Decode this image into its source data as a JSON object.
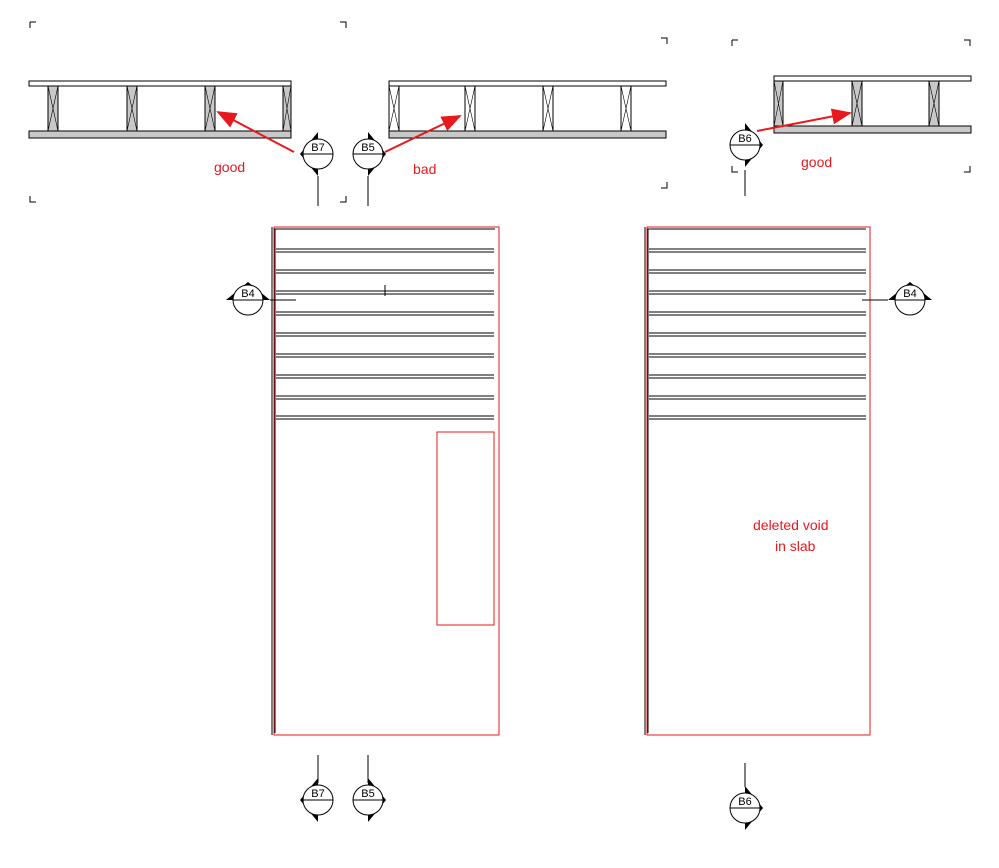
{
  "annotations": {
    "good_left": "good",
    "bad": "bad",
    "good_right": "good",
    "deleted_void_line1": "deleted void",
    "deleted_void_line2": "in slab"
  },
  "section_tags": {
    "b7_top": "B7",
    "b5_top": "B5",
    "b6_top": "B6",
    "b4_left": "B4",
    "b4_right": "B4",
    "b7_bottom": "B7",
    "b5_bottom": "B5",
    "b6_bottom": "B6"
  },
  "colors": {
    "annotation": "#e8191e",
    "linework": "#000000",
    "slab_fill": "#c8c8c8"
  }
}
